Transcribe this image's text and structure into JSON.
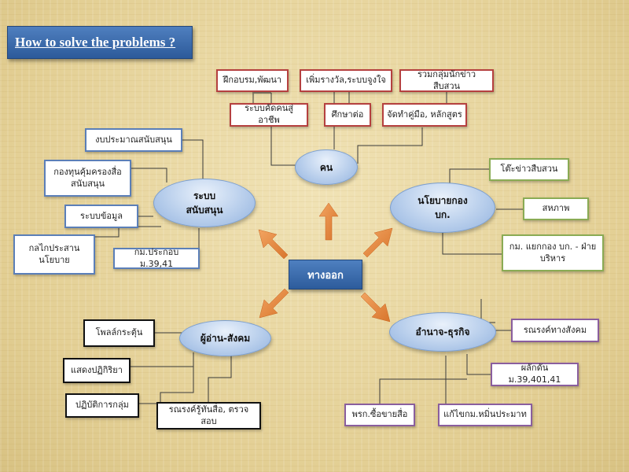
{
  "title": "How to solve the problems ?",
  "center": "ทางออก",
  "colors": {
    "arrow": "#e8893a",
    "oval": "#b9cfec",
    "title_bg": "#3a69ab",
    "red": "#b5403f",
    "blue": "#5b7fb8",
    "green": "#8aab54",
    "black": "#111111",
    "purple": "#8a5e9e"
  },
  "top": {
    "oval": "คน",
    "boxes": [
      "ฝึกอบรม,พัฒนา",
      "เพิ่มรางวัล,ระบบจูงใจ",
      "รวมกลุ่มนักข่าวสืบสวน",
      "ระบบคัดคนสู่อาชีพ",
      "ศึกษาต่อ",
      "จัดทำคู่มือ, หลักสูตร"
    ]
  },
  "left": {
    "oval_line1": "ระบบ",
    "oval_line2": "สนับสนุน",
    "boxes": [
      "งบประมาณสนับสนุน",
      "กองทุนคุ้มครองสื่อ สนับสนุน",
      "ระบบข้อมูล",
      "กลไกประสาน นโยบาย",
      "กม.ประกอบ ม.39,41"
    ]
  },
  "right": {
    "oval_line1": "นโยบายกอง",
    "oval_line2": "บก.",
    "boxes": [
      "โต๊ะข่าวสืบสวน",
      "สหภาพ",
      "กม. แยกกอง บก. - ฝ่าย บริหาร"
    ]
  },
  "bottom_left": {
    "oval": "ผู้อ่าน-สังคม",
    "boxes": [
      "โพลล์กระตุ้น",
      "แสดงปฏิกิริยา",
      "ปฏิบัติการกลุ่ม",
      "รณรงค์รู้ทันสื่อ, ตรวจสอบ"
    ]
  },
  "bottom_right": {
    "oval": "อำนาจ-ธุรกิจ",
    "boxes": [
      "รณรงค์ทางสังคม",
      "ผลักดัน ม.39,401,41",
      "พรก.ซื้อขายสื่อ",
      "แก้ไขกม.หมิ่นประมาท"
    ]
  }
}
